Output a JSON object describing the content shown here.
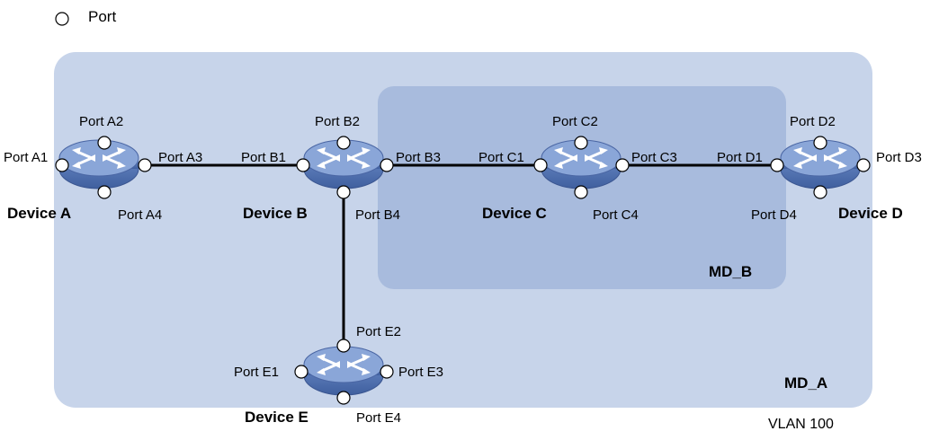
{
  "legend": {
    "port_label": "Port"
  },
  "colors": {
    "md_a_fill": "#c7d4ea",
    "md_b_fill": "#a8bbdd",
    "device_body": "#5a7ab8",
    "device_top": "#7f9dd3",
    "link": "#000000"
  },
  "domains": {
    "md_a": "MD_A",
    "md_b": "MD_B",
    "vlan": "VLAN 100"
  },
  "devices": {
    "a": {
      "name": "Device A",
      "ports": {
        "p1": "Port A1",
        "p2": "Port A2",
        "p3": "Port A3",
        "p4": "Port A4"
      }
    },
    "b": {
      "name": "Device B",
      "ports": {
        "p1": "Port B1",
        "p2": "Port B2",
        "p3": "Port B3",
        "p4": "Port B4"
      }
    },
    "c": {
      "name": "Device C",
      "ports": {
        "p1": "Port C1",
        "p2": "Port C2",
        "p3": "Port C3",
        "p4": "Port C4"
      }
    },
    "d": {
      "name": "Device D",
      "ports": {
        "p1": "Port D1",
        "p2": "Port D2",
        "p3": "Port D3",
        "p4": "Port D4"
      }
    },
    "e": {
      "name": "Device E",
      "ports": {
        "p1": "Port E1",
        "p2": "Port E2",
        "p3": "Port E3",
        "p4": "Port E4"
      }
    }
  },
  "icons": {
    "device": "switch-icon",
    "port": "port-circle-icon"
  }
}
